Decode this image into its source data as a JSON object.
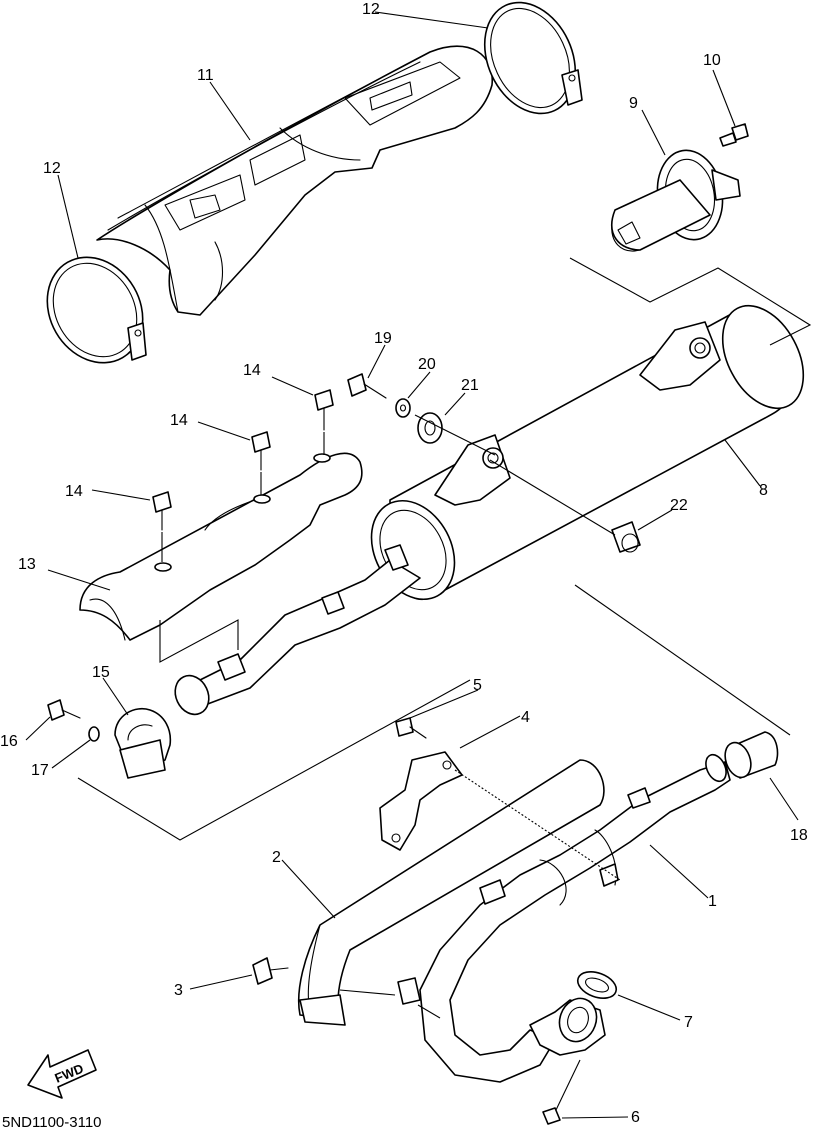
{
  "diagram_code": "5ND1100-3110",
  "direction_marker": "FWD",
  "callouts": [
    {
      "id": "c1",
      "label": "1"
    },
    {
      "id": "c2",
      "label": "2"
    },
    {
      "id": "c3",
      "label": "3"
    },
    {
      "id": "c4",
      "label": "4"
    },
    {
      "id": "c5",
      "label": "5"
    },
    {
      "id": "c6",
      "label": "6"
    },
    {
      "id": "c7",
      "label": "7"
    },
    {
      "id": "c8",
      "label": "8"
    },
    {
      "id": "c9",
      "label": "9"
    },
    {
      "id": "c10",
      "label": "10"
    },
    {
      "id": "c11",
      "label": "11"
    },
    {
      "id": "c12a",
      "label": "12"
    },
    {
      "id": "c12b",
      "label": "12"
    },
    {
      "id": "c13",
      "label": "13"
    },
    {
      "id": "c14a",
      "label": "14"
    },
    {
      "id": "c14b",
      "label": "14"
    },
    {
      "id": "c14c",
      "label": "14"
    },
    {
      "id": "c15",
      "label": "15"
    },
    {
      "id": "c16",
      "label": "16"
    },
    {
      "id": "c17",
      "label": "17"
    },
    {
      "id": "c18",
      "label": "18"
    },
    {
      "id": "c19",
      "label": "19"
    },
    {
      "id": "c20",
      "label": "20"
    },
    {
      "id": "c21",
      "label": "21"
    },
    {
      "id": "c22",
      "label": "22"
    }
  ]
}
